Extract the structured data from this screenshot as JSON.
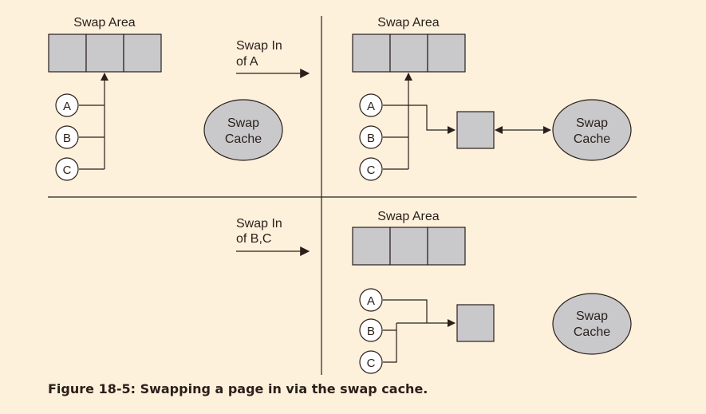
{
  "swap_area_label": "Swap Area",
  "swap_cache_label": [
    "Swap",
    "Cache"
  ],
  "process_labels": [
    "A",
    "B",
    "C"
  ],
  "transitions": {
    "swap_in_a": [
      "Swap In",
      "of A"
    ],
    "swap_in_bc": [
      "Swap In",
      "of B,C"
    ]
  },
  "caption": "Figure 18-5: Swapping a page in via the swap cache.",
  "colors": {
    "background": "#fdf1dc",
    "box_fill": "#c9c9cc",
    "cache_fill": "#c9c9cc",
    "ink": "#2a1f1a",
    "circle_fill": "#ffffff"
  }
}
